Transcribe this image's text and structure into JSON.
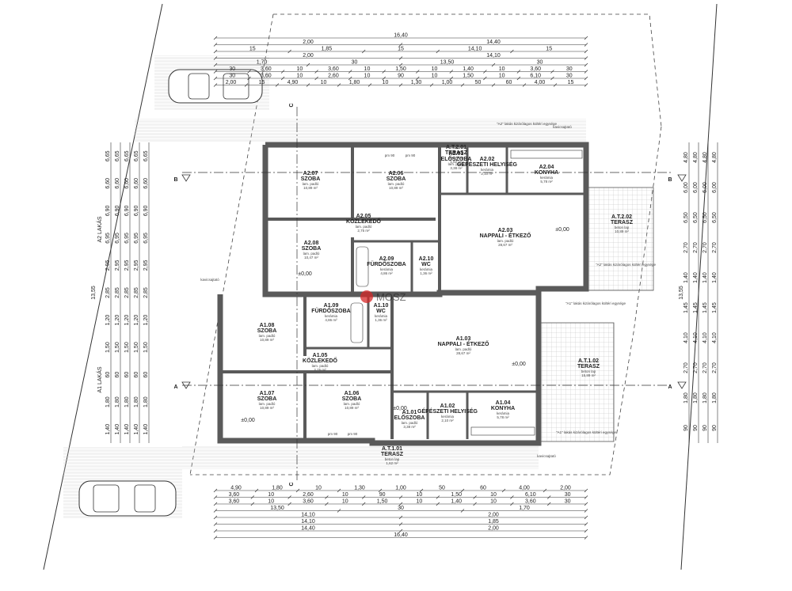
{
  "top_dims": {
    "row1": [
      "16,40"
    ],
    "row2": [
      "2,00",
      "14,40"
    ],
    "row3": [
      "15",
      "1,85",
      "15",
      "14,10",
      "15"
    ],
    "row4": [
      "2,00",
      "14,10"
    ],
    "row5": [
      "1,70",
      "30",
      "13,50",
      "30"
    ],
    "row6": [
      "30",
      "3,60",
      "10",
      "3,60",
      "10",
      "1,50",
      "10",
      "1,40",
      "10",
      "3,60",
      "30"
    ],
    "row7": [
      "30",
      "3,60",
      "10",
      "2,60",
      "10",
      "90",
      "10",
      "1,50",
      "10",
      "6,10",
      "30"
    ],
    "row8": [
      "2,00",
      "15",
      "4,90",
      "10",
      "1,80",
      "10",
      "1,30",
      "1,00",
      "50",
      "60",
      "4,00",
      "15"
    ]
  },
  "bottom_dims": {
    "row1": [
      "4,90",
      "1,80",
      "10",
      "1,30",
      "1,00",
      "50",
      "60",
      "4,00",
      "2,00"
    ],
    "row2": [
      "3,60",
      "10",
      "2,60",
      "10",
      "90",
      "10",
      "1,50",
      "10",
      "6,10",
      "30"
    ],
    "row3": [
      "3,60",
      "10",
      "3,60",
      "10",
      "1,50",
      "10",
      "1,40",
      "10",
      "3,60",
      "30"
    ],
    "row4": [
      "13,50",
      "30",
      "1,70"
    ],
    "row5": [
      "14,10",
      "2,00"
    ],
    "row6": [
      "14,10",
      "1,85"
    ],
    "row7": [
      "14,40",
      "2,00"
    ],
    "row8": [
      "16,40"
    ]
  },
  "side_labels": {
    "left_a2": "A2 LAKÁS",
    "left_a1": "A1 LAKÁS",
    "left_total": "13,55",
    "right_total": "13,55"
  },
  "left_dims": [
    "6,65",
    "6,60",
    "6,90",
    "6,95",
    "2,95",
    "2,85",
    "1,20",
    "1,50",
    "60",
    "1,80",
    "1,40"
  ],
  "right_dims": [
    "4,80",
    "6,00",
    "6,50",
    "2,70",
    "1,40",
    "1,45",
    "4,10",
    "2,70",
    "1,80",
    "90"
  ],
  "section_marks": {
    "a": "A",
    "b": "B",
    "c": "C"
  },
  "rooms": [
    {
      "code": "A2.07",
      "name": "SZOBA",
      "floor": "lam. padló",
      "area": "10,89 m²"
    },
    {
      "code": "A2.06",
      "name": "SZOBA",
      "floor": "lam. padló",
      "area": "10,89 m²"
    },
    {
      "code": "A2.01",
      "name": "ELŐSZOBA",
      "floor": "lam. padló",
      "area": "3,38 m²"
    },
    {
      "code": "A2.02",
      "name": "GÉPÉSZETI HELYISÉG",
      "floor": "kerámia",
      "area": "2,10 m²"
    },
    {
      "code": "A2.04",
      "name": "KONYHA",
      "floor": "kerámia",
      "area": "5,78 m²"
    },
    {
      "code": "A2.05",
      "name": "KÖZLEKEDŐ",
      "floor": "lam. padló",
      "area": "2,75 m²"
    },
    {
      "code": "A2.08",
      "name": "SZOBA",
      "floor": "lam. padló",
      "area": "10,47 m²"
    },
    {
      "code": "A2.09",
      "name": "FÜRDŐSZOBA",
      "floor": "kerámia",
      "area": "4,86 m²"
    },
    {
      "code": "A2.10",
      "name": "WC",
      "floor": "kerámia",
      "area": "1,36 m²"
    },
    {
      "code": "A2.03",
      "name": "NAPPALI - ÉTKEZŐ",
      "floor": "lam. padló",
      "area": "28,67 m²"
    },
    {
      "code": "A.T.2.02",
      "name": "TERASZ",
      "floor": "beton lap",
      "area": "10,89 m²"
    },
    {
      "code": "A1.09",
      "name": "FÜRDŐSZOBA",
      "floor": "kerámia",
      "area": "4,86 m²"
    },
    {
      "code": "A1.10",
      "name": "WC",
      "floor": "kerámia",
      "area": "1,36 m²"
    },
    {
      "code": "A1.08",
      "name": "SZOBA",
      "floor": "lam. padló",
      "area": "10,89 m²"
    },
    {
      "code": "A1.03",
      "name": "NAPPALI - ÉTKEZŐ",
      "floor": "lam. padló",
      "area": "28,67 m²"
    },
    {
      "code": "A1.05",
      "name": "KÖZLEKEDŐ",
      "floor": "lam. padló",
      "area": "2,75 m²"
    },
    {
      "code": "A.T.1.02",
      "name": "TERASZ",
      "floor": "beton lap",
      "area": "15,89 m²"
    },
    {
      "code": "A1.07",
      "name": "SZOBA",
      "floor": "lam. padló",
      "area": "10,89 m²"
    },
    {
      "code": "A1.06",
      "name": "SZOBA",
      "floor": "lam. padló",
      "area": "10,89 m²"
    },
    {
      "code": "A1.01",
      "name": "ELŐSZOBA",
      "floor": "lam. padló",
      "area": "3,38 m²"
    },
    {
      "code": "A1.02",
      "name": "GÉPÉSZETI HELYISÉG",
      "floor": "kerámia",
      "area": "2,10 m²"
    },
    {
      "code": "A1.04",
      "name": "KONYHA",
      "floor": "kerámia",
      "area": "5,78 m²"
    },
    {
      "code": "A.T.2.01",
      "name": "TERASZ",
      "floor": "beton lap",
      "area": "1,62 m²"
    },
    {
      "code": "A.T.1.01",
      "name": "TERASZ",
      "floor": "beton lap",
      "area": "1,62 m²"
    }
  ],
  "notes": {
    "a2_parking": "\"A2\" lakás kizárólagos kültéri egysége",
    "a1_parking": "\"A1\" lakás kizárólagos kültéri egysége",
    "a2_terrace": "\"A2\" lakás kizárólagos kültéri egysége",
    "a1_terrace": "\"A1\" lakás kizárólagos kültéri egysége",
    "kavicsajtato": "kavicsajtató",
    "level_zero": "±0,00",
    "pm90": "pm 90",
    "watermark": "MOSZ"
  },
  "colors": {
    "wall": "#5a5a5a",
    "hatch": "#d9d9d9",
    "line": "#222222",
    "watermark": "#d62828"
  }
}
